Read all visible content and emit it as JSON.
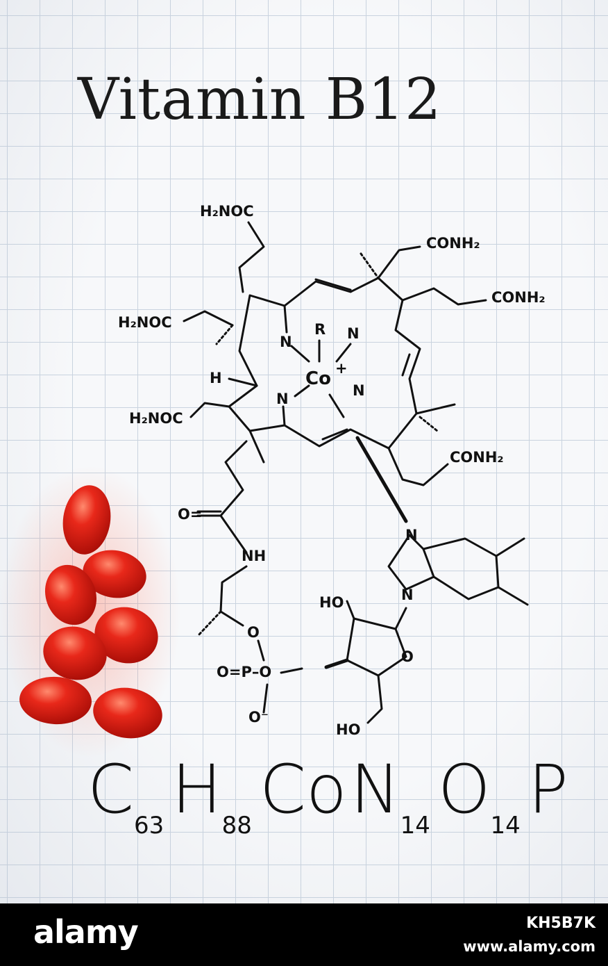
{
  "title": "Vitamin B12",
  "labels": {
    "h2noc_top": "H₂NOC",
    "h2noc_left": "H₂NOC",
    "h2noc_lower": "H₂NOC",
    "conh2_top": "CONH₂",
    "conh2_right": "CONH₂",
    "conh2_lower": "CONH₂",
    "n1": "N",
    "n2": "N",
    "n3": "N",
    "n4": "N",
    "r": "R",
    "co": "Co",
    "plus": "+",
    "h": "H",
    "carbonyl_o": "O=",
    "nh": "NH",
    "o_link": "O",
    "phosphate": "O=P–O",
    "o_minus": "O⁻",
    "ho1": "HO",
    "ho2": "HO",
    "ring_o": "O",
    "bzn1": "N",
    "bzn2": "N"
  },
  "formula": {
    "c": "C",
    "c_n": "63",
    "h": "H",
    "h_n": "88",
    "co": "Co",
    "n": "N",
    "n_n": "14",
    "o": "O",
    "o_n": "14",
    "p": "P"
  },
  "footer": {
    "brand": "alamy",
    "code": "KH5B7K",
    "site": "www.alamy.com"
  },
  "colors": {
    "capsule": "#d9180e",
    "ink": "#111111",
    "grid": "#c9d3df"
  }
}
